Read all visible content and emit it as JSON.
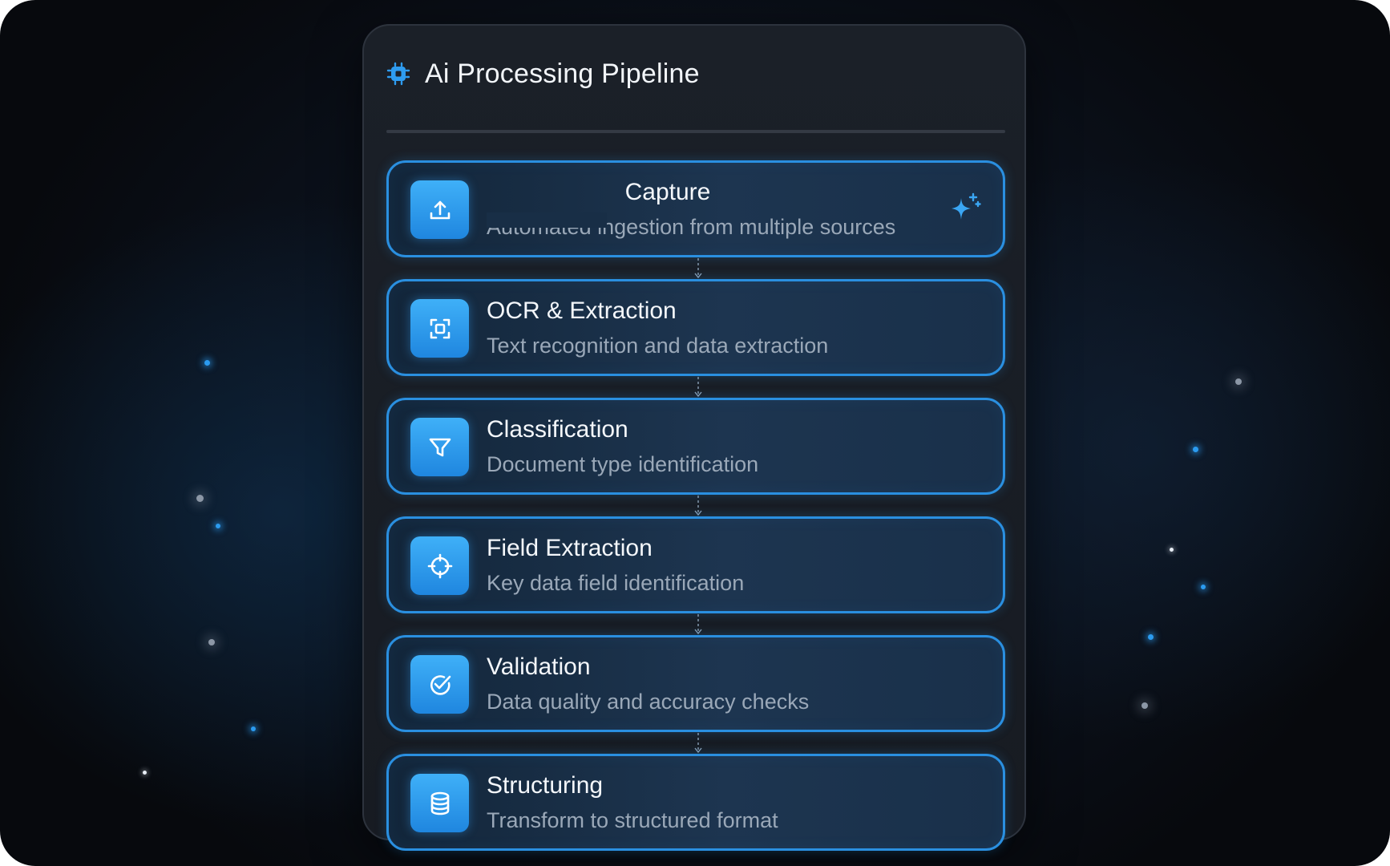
{
  "header": {
    "icon": "chip-icon",
    "title": "Ai Processing Pipeline"
  },
  "steps": [
    {
      "icon": "upload-icon",
      "title": "Capture",
      "description": "Automated ingestion from multiple sources"
    },
    {
      "icon": "scan-icon",
      "title": "OCR & Extraction",
      "description": "Text recognition and data extraction"
    },
    {
      "icon": "filter-icon",
      "title": "Classification",
      "description": "Document type identification"
    },
    {
      "icon": "crosshair-icon",
      "title": "Field Extraction",
      "description": "Key data field identification"
    },
    {
      "icon": "check-circle-icon",
      "title": "Validation",
      "description": "Data quality and accuracy checks"
    },
    {
      "icon": "database-icon",
      "title": "Structuring",
      "description": "Transform to structured format"
    }
  ],
  "active_step_decoration": "sparkle-icon",
  "colors": {
    "accent": "#2a8fe0",
    "icon_tile": "#2e9cf0",
    "background": "#0a0f18",
    "panel": "#1a1f27",
    "title_text": "#f2f5f9",
    "description_text": "#9aa8b8"
  }
}
